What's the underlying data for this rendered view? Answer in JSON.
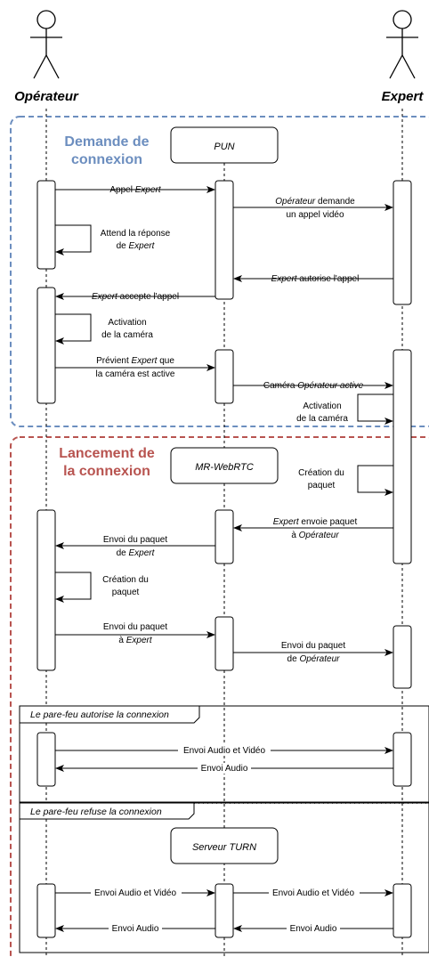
{
  "actors": {
    "operator": "Opérateur",
    "expert": "Expert"
  },
  "sections": {
    "request": {
      "title_line1": "Demande de",
      "title_line2": "connexion",
      "color": "#6c8ebf"
    },
    "launch": {
      "title_line1": "Lancement de",
      "title_line2": "la connexion",
      "color": "#b85450"
    }
  },
  "servers": {
    "pun": "PUN",
    "webrtc": "MR-WebRTC",
    "turn": "Serveur TURN"
  },
  "fragments": {
    "allow": "Le pare-feu autorise la connexion",
    "refuse": "Le pare-feu refuse la connexion"
  },
  "messages": {
    "m1": {
      "pre": "Appel ",
      "em": "Expert"
    },
    "m2_l1": {
      "em": "Opérateur",
      "post": " demande"
    },
    "m2_l2": "un appel vidéo",
    "s1_l1": "Attend la réponse",
    "s1_l2": {
      "pre": "de ",
      "em": "Expert"
    },
    "m3": {
      "em": "Expert",
      "post": " autorise l'appel"
    },
    "m4": {
      "em": "Expert",
      "post": " accepte l'appel"
    },
    "s2_l1": "Activation",
    "s2_l2": "de la caméra",
    "m5_l1": {
      "pre": "Prévient ",
      "em": "Expert",
      "post": " que"
    },
    "m5_l2": "la caméra est active",
    "m6": {
      "pre": "Caméra ",
      "em": "Opérateur active"
    },
    "s3_l1": "Activation",
    "s3_l2": "de la caméra",
    "s4_l1": "Création du",
    "s4_l2": "paquet",
    "m7_l1": {
      "em": "Expert",
      "post": " envoie paquet"
    },
    "m7_l2": {
      "pre": "à ",
      "em": "Opérateur"
    },
    "m8_l1": "Envoi du paquet",
    "m8_l2": {
      "pre": "de ",
      "em": "Expert"
    },
    "s5_l1": "Création du",
    "s5_l2": "paquet",
    "m9_l1": "Envoi du paquet",
    "m9_l2": {
      "pre": "à ",
      "em": "Expert"
    },
    "m10_l1": "Envoi du paquet",
    "m10_l2": {
      "pre": "de ",
      "em": "Opérateur"
    },
    "a1": "Envoi Audio et Vidéo",
    "a2": "Envoi Audio",
    "r1": "Envoi Audio et Vidéo",
    "r2": "Envoi Audio et Vidéo",
    "r3": "Envoi Audio",
    "r4": "Envoi Audio"
  }
}
